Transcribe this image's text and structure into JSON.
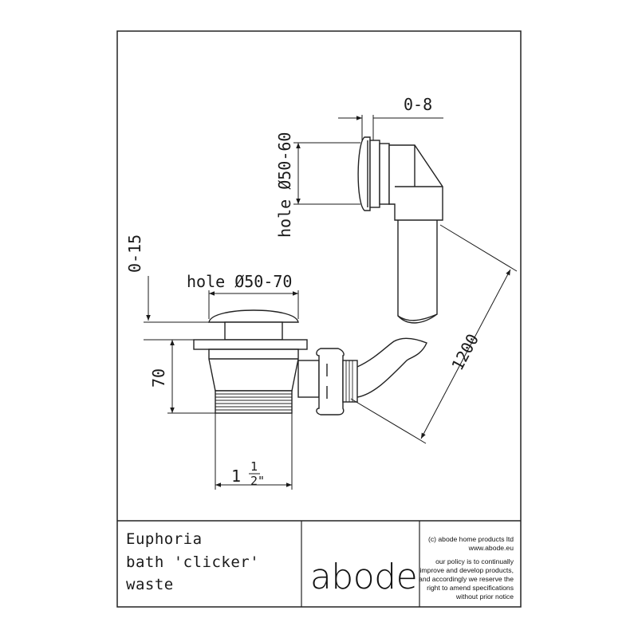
{
  "dimensions": {
    "top_offset": "0-8",
    "upper_hole": "hole Ø50-60",
    "left_offset": "0-15",
    "lower_hole": "hole Ø50-70",
    "height": "70",
    "cable_length": "1200",
    "thread_whole": "1",
    "thread_num": "1",
    "thread_den": "2\""
  },
  "title_block": {
    "product_lines": [
      "Euphoria",
      "bath 'clicker'",
      "waste"
    ],
    "brand": "abode",
    "copyright": "(c) abode home products ltd",
    "website": "www.abode.eu",
    "policy_lines": [
      "our policy is to continually",
      "improve and develop products,",
      "and accordingly we reserve the",
      "right to amend specifications",
      "without prior notice"
    ]
  }
}
